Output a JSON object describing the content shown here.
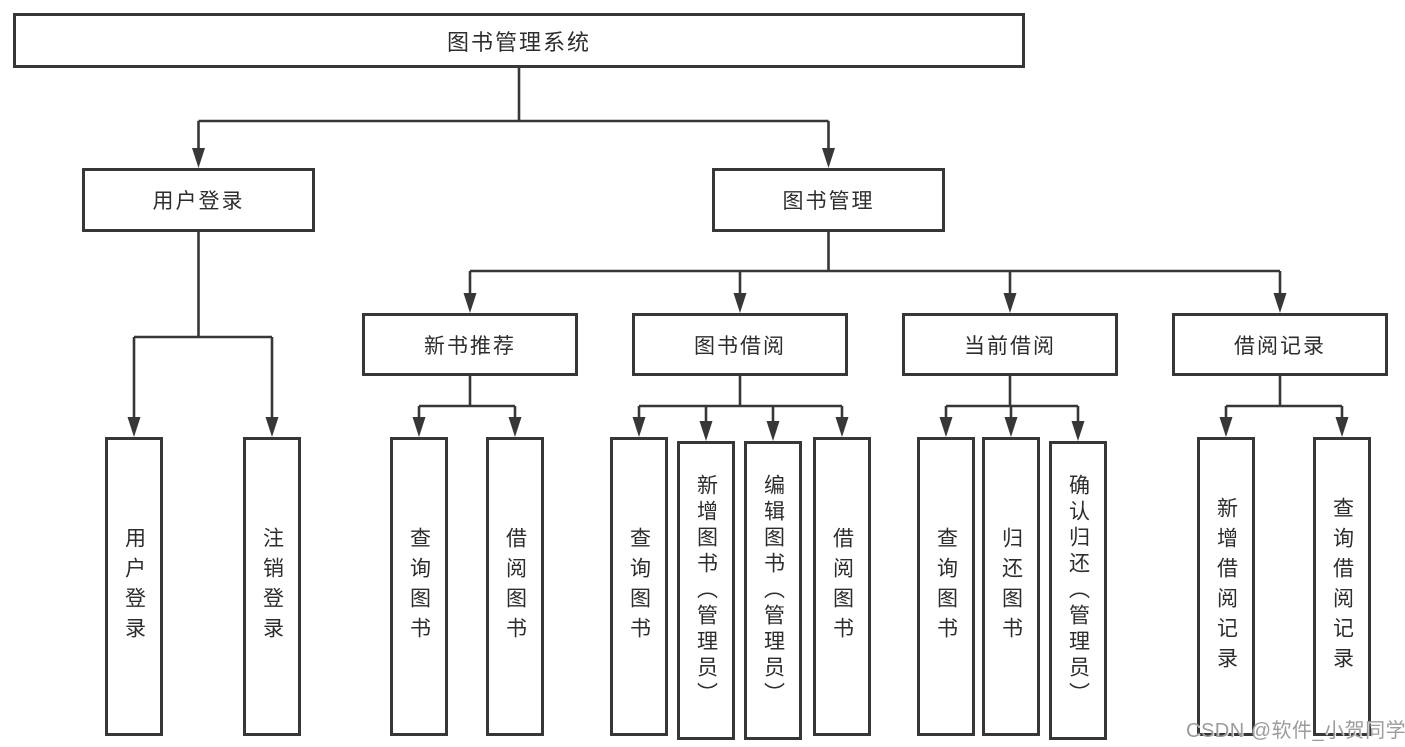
{
  "diagram": {
    "type": "hierarchy",
    "root": {
      "label": "图书管理系统",
      "children": [
        {
          "label": "用户登录",
          "children": [
            {
              "label": "用户登录"
            },
            {
              "label": "注销登录"
            }
          ]
        },
        {
          "label": "图书管理",
          "children": [
            {
              "label": "新书推荐",
              "children": [
                {
                  "label": "查询图书"
                },
                {
                  "label": "借阅图书"
                }
              ]
            },
            {
              "label": "图书借阅",
              "children": [
                {
                  "label": "查询图书"
                },
                {
                  "label": "新增图书（管理员）"
                },
                {
                  "label": "编辑图书（管理员）"
                },
                {
                  "label": "借阅图书"
                }
              ]
            },
            {
              "label": "当前借阅",
              "children": [
                {
                  "label": "查询图书"
                },
                {
                  "label": "归还图书"
                },
                {
                  "label": "确认归还（管理员）"
                }
              ]
            },
            {
              "label": "借阅记录",
              "children": [
                {
                  "label": "新增借阅记录"
                },
                {
                  "label": "查询借阅记录"
                }
              ]
            }
          ]
        }
      ]
    }
  },
  "watermark": {
    "text": "CSDN @软件_小贺同学"
  },
  "colors": {
    "line": "#373737",
    "border": "#373737",
    "text": "#2d2d2d",
    "watermark_text": "#9c9c9c",
    "background": "#ffffff"
  }
}
